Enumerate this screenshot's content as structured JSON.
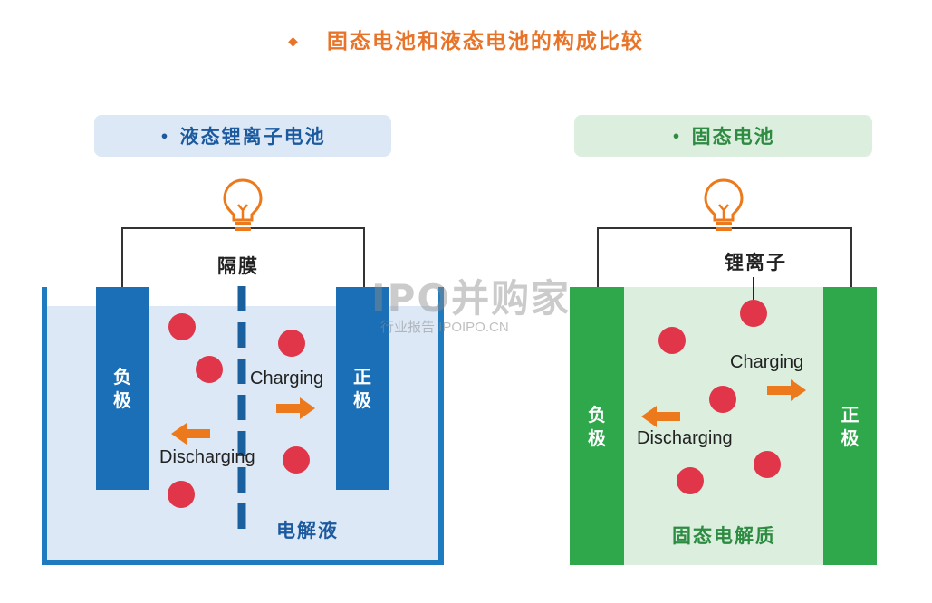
{
  "title": "固态电池和液态电池的构成比较",
  "liquid": {
    "header": "液态锂离子电池",
    "separator_label": "隔膜",
    "negative_label": "负\n极",
    "positive_label": "正\n极",
    "charging": "Charging",
    "discharging": "Discharging",
    "electrolyte_label": "电解液",
    "colors": {
      "electrode": "#1a6fb6",
      "electrolyte": "#dce8f5",
      "header_bg": "#dce8f5",
      "header_text": "#1c5aa0"
    }
  },
  "solid": {
    "header": "固态电池",
    "ion_label": "锂离子",
    "negative_label": "负\n极",
    "positive_label": "正\n极",
    "charging": "Charging",
    "discharging": "Discharging",
    "electrolyte_label": "固态电解质",
    "colors": {
      "electrode": "#2fa84c",
      "electrolyte": "#dcefdf",
      "header_bg": "#dcefdf",
      "header_text": "#2e8b42"
    }
  },
  "icons": {
    "bulb": "lightbulb-icon",
    "arrow": "arrow-icon",
    "ion": "lithium-ion-dot"
  },
  "colors": {
    "title": "#e8742a",
    "ion": "#e1364a",
    "arrow": "#ec7a1c"
  },
  "watermark": {
    "main": "IPO并购家",
    "sub": "行业报告 IPOIPO.CN"
  }
}
